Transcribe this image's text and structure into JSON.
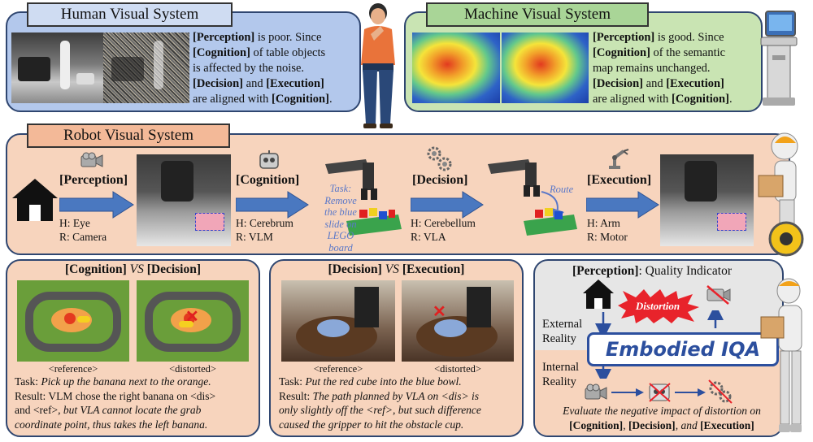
{
  "human": {
    "title": "Human Visual System",
    "lines": [
      [
        "[Perception]",
        " is poor. Since"
      ],
      [
        "[Cognition]",
        " of table objects"
      ],
      [
        "",
        "is affected by the noise."
      ],
      [
        "[Decision]",
        " and ",
        "[Execution]"
      ],
      [
        "",
        "are aligned with ",
        "[Cognition]",
        "."
      ]
    ]
  },
  "machine": {
    "title": "Machine Visual System",
    "lines": [
      [
        "[Perception]",
        " is good. Since"
      ],
      [
        "[Cognition]",
        " of the semantic"
      ],
      [
        "",
        "map remains unchanged."
      ],
      [
        "[Decision]",
        " and ",
        "[Execution]"
      ],
      [
        "",
        "are aligned with ",
        "[Cognition]",
        "."
      ]
    ]
  },
  "robot": {
    "title": "Robot Visual System",
    "stages": [
      {
        "label": "[Perception]",
        "h": "H: Eye",
        "r": "R: Camera",
        "icon": "camera-icon"
      },
      {
        "label": "[Cognition]",
        "h": "H: Cerebrum",
        "r": "R: VLM",
        "icon": "robot-head-icon"
      },
      {
        "label": "[Decision]",
        "h": "H: Cerebellum",
        "r": "R: VLA",
        "icon": "gears-icon"
      },
      {
        "label": "[Execution]",
        "h": "H: Arm",
        "r": "R: Motor",
        "icon": "robot-arm-icon"
      }
    ],
    "task_note": [
      "Task:",
      "Remove",
      "the blue",
      "slide on",
      "LEGO board"
    ],
    "route_label": "Route"
  },
  "cog_vs_dec": {
    "title_a": "[Cognition]",
    "vs": "VS",
    "title_b": "[Decision]",
    "ref": "<reference>",
    "dis": "<distorted>",
    "task_label": "Task:",
    "task": "Pick up the banana next to the orange.",
    "result_label": "Result:",
    "result_a": "VLM chose the right banana on <dis>",
    "result_b": "and <ref>",
    "result_c": ", but VLA cannot locate the grab",
    "result_d": "coordinate point, thus takes the left banana."
  },
  "dec_vs_exe": {
    "title_a": "[Decision]",
    "vs": "VS",
    "title_b": "[Execution]",
    "ref": "<reference>",
    "dis": "<distorted>",
    "task_label": "Task:",
    "task": "Put the red cube into the blue bowl.",
    "result_label": "Result:",
    "result_a": "The path planned by VLA on <dis> is",
    "result_b": "only slightly off the <ref>, but such difference",
    "result_c": "caused the gripper to hit the obstacle cup."
  },
  "eiqa": {
    "header_bold": "[Perception]",
    "header_rest": ": Quality Indicator",
    "distortion": "Distortion",
    "external": [
      "External",
      "Reality"
    ],
    "internal": [
      "Internal",
      "Reality"
    ],
    "title": "Embodied IQA",
    "footer_a": "Evaluate the negative impact of distortion on",
    "footer_b1": "[Cognition]",
    "footer_b2": ", ",
    "footer_b3": "[Decision]",
    "footer_b4": ", and ",
    "footer_b5": "[Execution]"
  },
  "colors": {
    "human_bg": "#b3c8ec",
    "machine_bg": "#c9e4b3",
    "robot_bg": "#f7d4bd",
    "panel_border": "#2f4670",
    "arrow_blue": "#4a78c0",
    "distortion_red": "#e8232b",
    "eiqa_blue": "#2c4f9e"
  }
}
